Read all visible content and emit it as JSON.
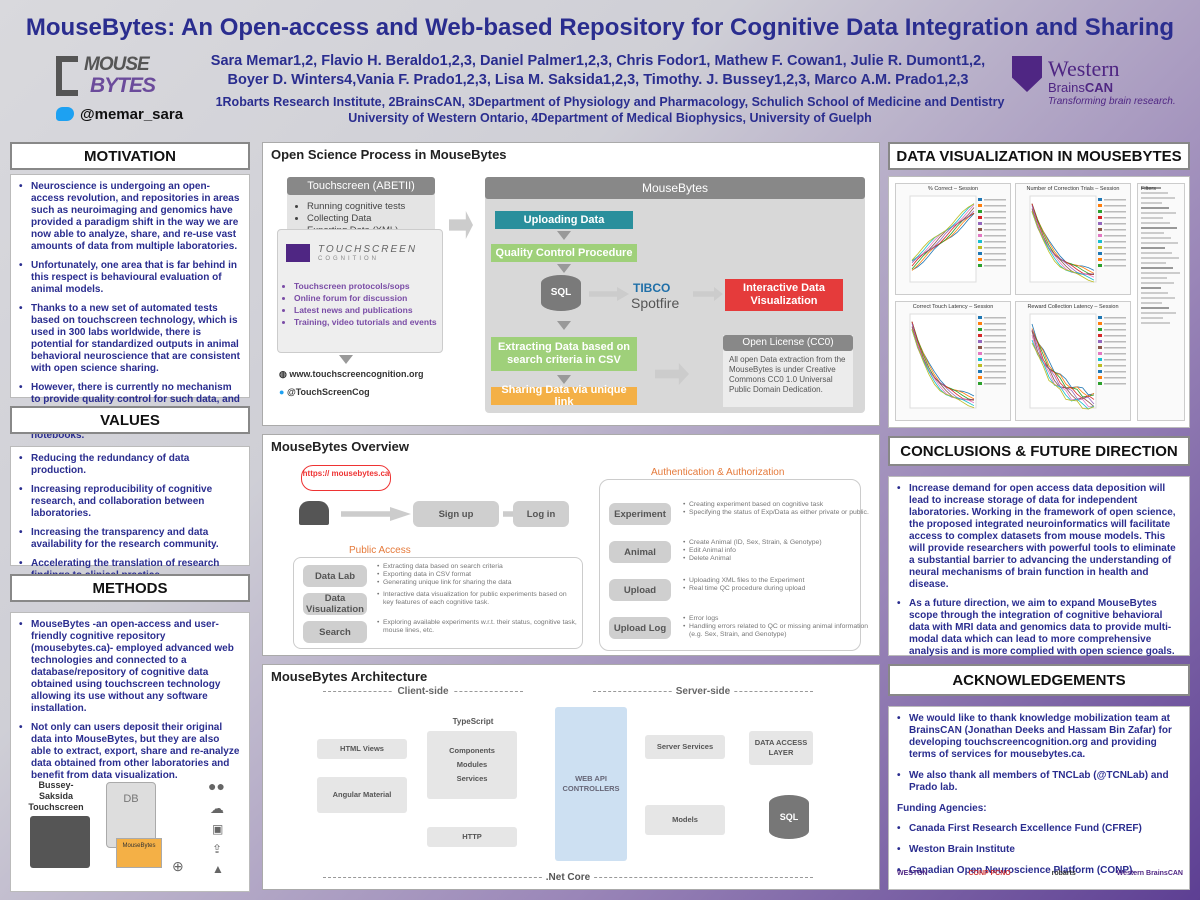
{
  "header": {
    "title": "MouseBytes: An Open-access and Web-based Repository for Cognitive Data Integration and Sharing",
    "authors_line1": "Sara Memar1,2, Flavio H. Beraldo1,2,3, Daniel Palmer1,2,3, Chris Fodor1, Mathew F. Cowan1, Julie R. Dumont1,2,",
    "authors_line2": "Boyer D. Winters4,Vania F. Prado1,2,3, Lisa M. Saksida1,2,3, Timothy. J. Bussey1,2,3, Marco A.M. Prado1,2,3",
    "affil_line1": "1Robarts Research Institute, 2BrainsCAN, 3Department of Physiology and Pharmacology, Schulich School of Medicine and Dentistry",
    "affil_line2": "University of Western Ontario, 4Department of Medical Biophysics, University of Guelph",
    "logo_line1": "MOUSE",
    "logo_line2": "BYTES",
    "twitter": "@memar_sara",
    "western_name": "Western",
    "western_brains": "Brains",
    "western_can": "CAN",
    "western_tag": "Transforming brain research."
  },
  "motivation": {
    "heading": "MOTIVATION",
    "items": [
      "Neuroscience is undergoing an open-access revolution, and repositories in areas such as neuroimaging and genomics have provided a paradigm shift in the way we are now able to analyze, share, and re-use vast amounts of data from multiple laboratories.",
      "Unfortunately, one area that is far behind in this respect is behavioural evaluation of animal models.",
      "Thanks to a new set of automated tests based on touchscreen technology, which is used in 300 labs worldwide, there is potential for standardized outputs in animal behavioral neuroscience that are consistent with open science sharing.",
      "However, there is currently no mechanism to provide quality control for such data, and they are being kept in local computers, and research process is limited to lab notebooks."
    ]
  },
  "values": {
    "heading": "VALUES",
    "items": [
      "Reducing the redundancy of data production.",
      "Increasing reproducibility of cognitive research, and collaboration between laboratories.",
      "Increasing the transparency and data availability for the research community.",
      "Accelerating the translation of research findings to clinical practice."
    ]
  },
  "methods": {
    "heading": "METHODS",
    "items": [
      "MouseBytes -an open-access and user-friendly cognitive repository (mousebytes.ca)- employed advanced web technologies and connected to a database/repository of cognitive data obtained using touchscreen technology allowing its use without any software installation.",
      "Not only can users deposit their original data into MouseBytes, but they are also able to extract, export, share and re-analyze data obtained from other laboratories and benefit from data visualization."
    ],
    "touchscreen_label": "Bussey-Saksida Touchscreen",
    "db_label": "DB",
    "mb_label": "MouseBytes"
  },
  "open_science": {
    "title": "Open Science Process in MouseBytes",
    "touchscreen_header": "Touchscreen (ABETII)",
    "touchscreen_items": [
      "Running cognitive tests",
      "Collecting Data",
      "Exporting Data (XML)"
    ],
    "tc_name": "TOUCHSCREEN",
    "tc_sub": "COGNITION",
    "tc_items": [
      "Touchscreen protocols/sops",
      "Online forum for discussion",
      "Latest news and publications",
      "Training, video tutorials and events"
    ],
    "url": "www.touchscreencognition.org",
    "twitter": "@TouchScreenCog",
    "mb_header": "MouseBytes",
    "uploading": "Uploading Data",
    "qc": "Quality Control Procedure",
    "sql": "SQL",
    "tibco": "TIBCO",
    "spotfire": "Spotfire",
    "interactive": "Interactive Data Visualization",
    "extracting": "Extracting Data based on search criteria in CSV",
    "sharing": "Sharing Data via unique link",
    "license_head": "Open License (CC0)",
    "license_text": "All open Data extraction from the MouseBytes is under Creative Commons CC0 1.0 Universal Public Domain Dedication."
  },
  "overview": {
    "title": "MouseBytes Overview",
    "url": "https:// mousebytes.ca",
    "signup": "Sign up",
    "login": "Log in",
    "public_access": "Public Access",
    "auth": "Authentication & Authorization",
    "public_rows": [
      {
        "label": "Data Lab",
        "bullets": [
          "Extracting data based on search criteria",
          "Exporting data in CSV format",
          "Generating unique link for sharing the data"
        ]
      },
      {
        "label": "Data Visualization",
        "bullets": [
          "Interactive data visualization for public experiments based on key features of each cognitive task."
        ]
      },
      {
        "label": "Search",
        "bullets": [
          "Exploring available experiments w.r.t. their status, cognitive task, mouse lines, etc."
        ]
      }
    ],
    "auth_rows": [
      {
        "label": "Experiment",
        "bullets": [
          "Creating experiment based on cognitive task",
          "Specifying the status of Exp/Data as either private or public."
        ]
      },
      {
        "label": "Animal",
        "bullets": [
          "Create Animal (ID, Sex, Strain, & Genotype)",
          "Edit Animal info",
          "Delete Animal"
        ]
      },
      {
        "label": "Upload",
        "bullets": [
          "Uploading XML files to the Experiment",
          "Real time QC procedure during upload"
        ]
      },
      {
        "label": "Upload Log",
        "bullets": [
          "Error logs",
          "Handling errors related to QC or missing animal information (e.g. Sex, Strain, and Genotype)"
        ]
      }
    ]
  },
  "architecture": {
    "title": "MouseBytes Architecture",
    "client": "Client-side",
    "server": "Server-side",
    "typescript": "TypeScript",
    "html_views": "HTML Views",
    "components": "Components",
    "modules": "Modules",
    "services": "Services",
    "angular": "Angular Material",
    "http": "HTTP",
    "webapi": "WEB API CONTROLLERS",
    "server_services": "Server Services",
    "data_access": "DATA ACCESS LAYER",
    "models": "Models",
    "sql": "SQL",
    "netcore": ".Net Core"
  },
  "dataviz": {
    "heading": "DATA VISUALIZATION IN MOUSEBYTES",
    "chart_titles": [
      "% Correct – Session",
      "Number of Correction Trials – Session",
      "Correct Touch Latency – Session",
      "Reward Collection Latency – Session"
    ],
    "filters": "Filters"
  },
  "conclusions": {
    "heading": "CONCLUSIONS & FUTURE DIRECTION",
    "items": [
      "Increase demand for open access data deposition will lead to increase storage of data for independent laboratories. Working in the framework of open science, the proposed integrated neuroinformatics will facilitate access to complex datasets from mouse models. This will provide researchers with powerful tools to eliminate a substantial barrier to advancing the understanding of neural mechanisms of brain function in health and disease.",
      "As a future direction, we aim to expand MouseBytes scope through the integration of cognitive behavioral data with MRI data and genomics data to provide multi-modal data which can lead to more comprehensive analysis and is more complied with open science goals."
    ]
  },
  "ack": {
    "heading": "ACKNOWLEDGEMENTS",
    "items": [
      "We would like to thank knowledge mobilization team at BrainsCAN (Jonathan Deeks and Hassam Bin Zafar) for developing touchscreencognition.org and providing terms of services for mousebytes.ca.",
      "We also thank all members of TNCLab (@TCNLab) and Prado lab."
    ],
    "funding_head": "Funding Agencies:",
    "funding": [
      "Canada First Research Excellence Fund (CFREF)",
      "Weston Brain Institute",
      "Canadian Open Neuroscience Platform (CONP)."
    ],
    "logos": [
      "WESTON",
      "CONP PCNO",
      "robarts",
      "Western BrainsCAN"
    ]
  },
  "colors": {
    "title": "#2a2d8f",
    "teal": "#2a8f9c",
    "green": "#9fd07a",
    "orange": "#f4b046",
    "red": "#e53b3b",
    "purple": "#4f2683"
  }
}
